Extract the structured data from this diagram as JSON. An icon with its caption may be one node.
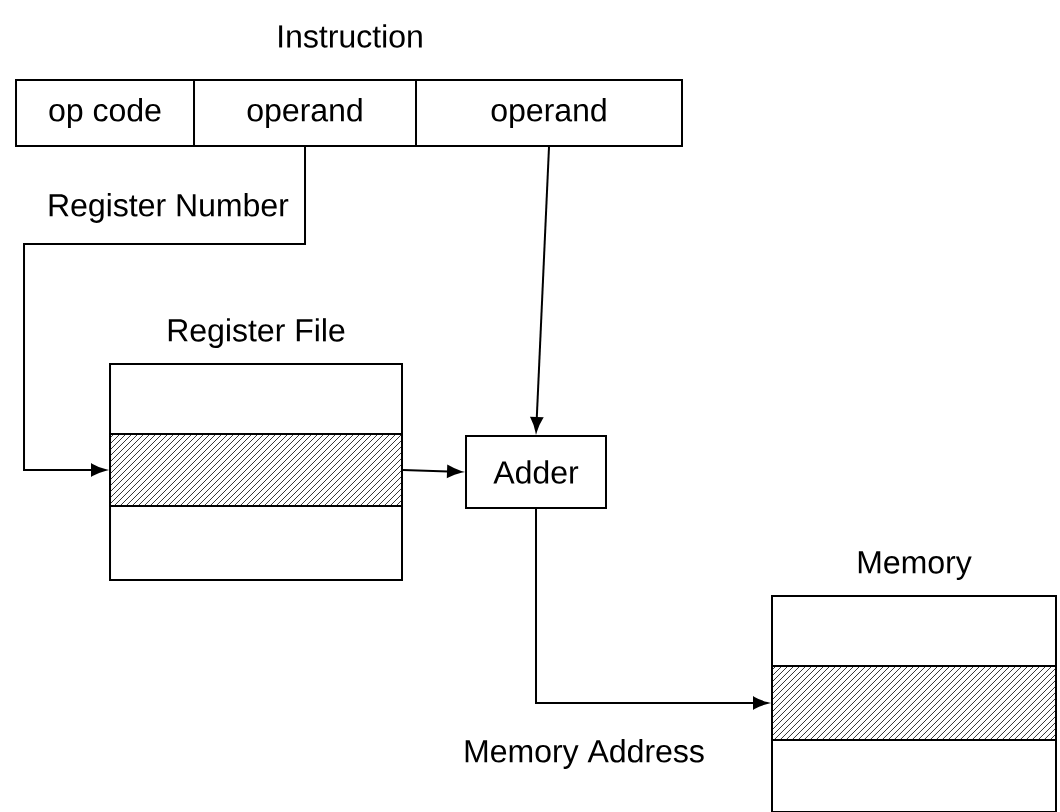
{
  "diagram": {
    "title": "Instruction",
    "nodes": [
      {
        "text": [
          "op code"
        ]
      },
      {
        "text": [
          "operand"
        ]
      },
      {
        "text": [
          "operand"
        ]
      },
      {
        "text": [
          "Register File"
        ]
      },
      {
        "text": [],
        "shape": "bar",
        "in": 3
      },
      {
        "text": [
          "Adder"
        ]
      },
      {
        "text": [
          "Memory"
        ]
      },
      {
        "text": [],
        "shape": "bar",
        "in": 6
      }
    ],
    "edges": [
      {
        "from": 1,
        "to": 4,
        "arrow": "to",
        "label": "Register Number"
      },
      {
        "from": 2,
        "to": 5,
        "arrow": "to"
      },
      {
        "from": 4,
        "to": 5,
        "arrow": "to"
      },
      {
        "from": 5,
        "to": 7,
        "arrow": "to",
        "label": "Memory Address"
      }
    ]
  }
}
